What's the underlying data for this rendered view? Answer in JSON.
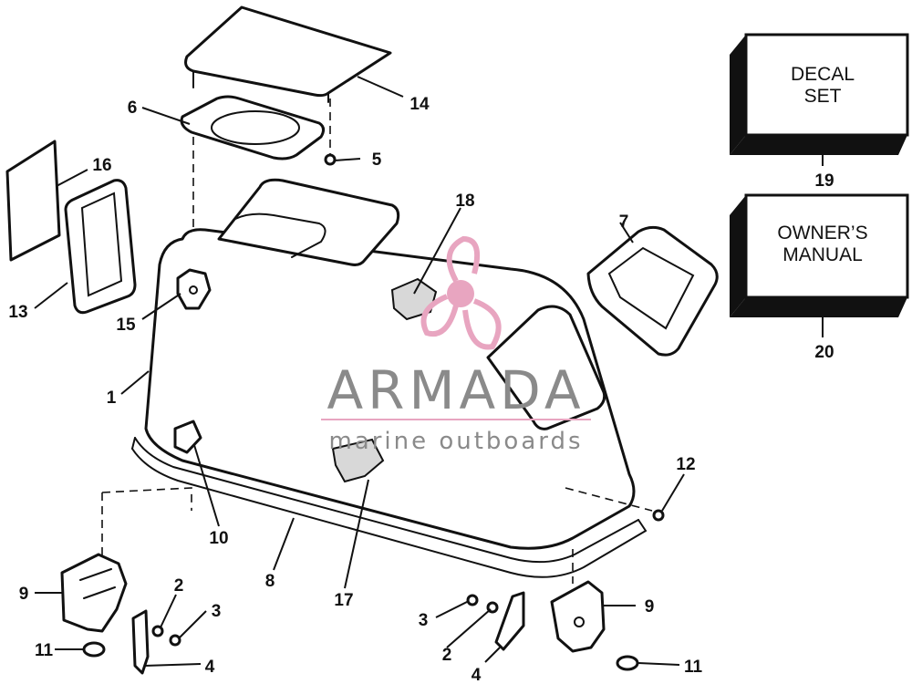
{
  "watermark": {
    "brand": "ARMADA",
    "tagline": "marine outboards",
    "accent_color": "#e8a5c0",
    "text_color": "#8a8a8a",
    "logo_icon": "propeller-icon"
  },
  "boxes": [
    {
      "id": "19",
      "line1": "DECAL",
      "line2": "SET"
    },
    {
      "id": "20",
      "line1": "OWNER’S",
      "line2": "MANUAL"
    }
  ],
  "callouts": [
    {
      "label": "1"
    },
    {
      "label": "2"
    },
    {
      "label": "2"
    },
    {
      "label": "3"
    },
    {
      "label": "3"
    },
    {
      "label": "4"
    },
    {
      "label": "4"
    },
    {
      "label": "5"
    },
    {
      "label": "6"
    },
    {
      "label": "7"
    },
    {
      "label": "8"
    },
    {
      "label": "9"
    },
    {
      "label": "9"
    },
    {
      "label": "10"
    },
    {
      "label": "11"
    },
    {
      "label": "11"
    },
    {
      "label": "12"
    },
    {
      "label": "13"
    },
    {
      "label": "14"
    },
    {
      "label": "15"
    },
    {
      "label": "16"
    },
    {
      "label": "17"
    },
    {
      "label": "18"
    },
    {
      "label": "19"
    },
    {
      "label": "20"
    }
  ]
}
